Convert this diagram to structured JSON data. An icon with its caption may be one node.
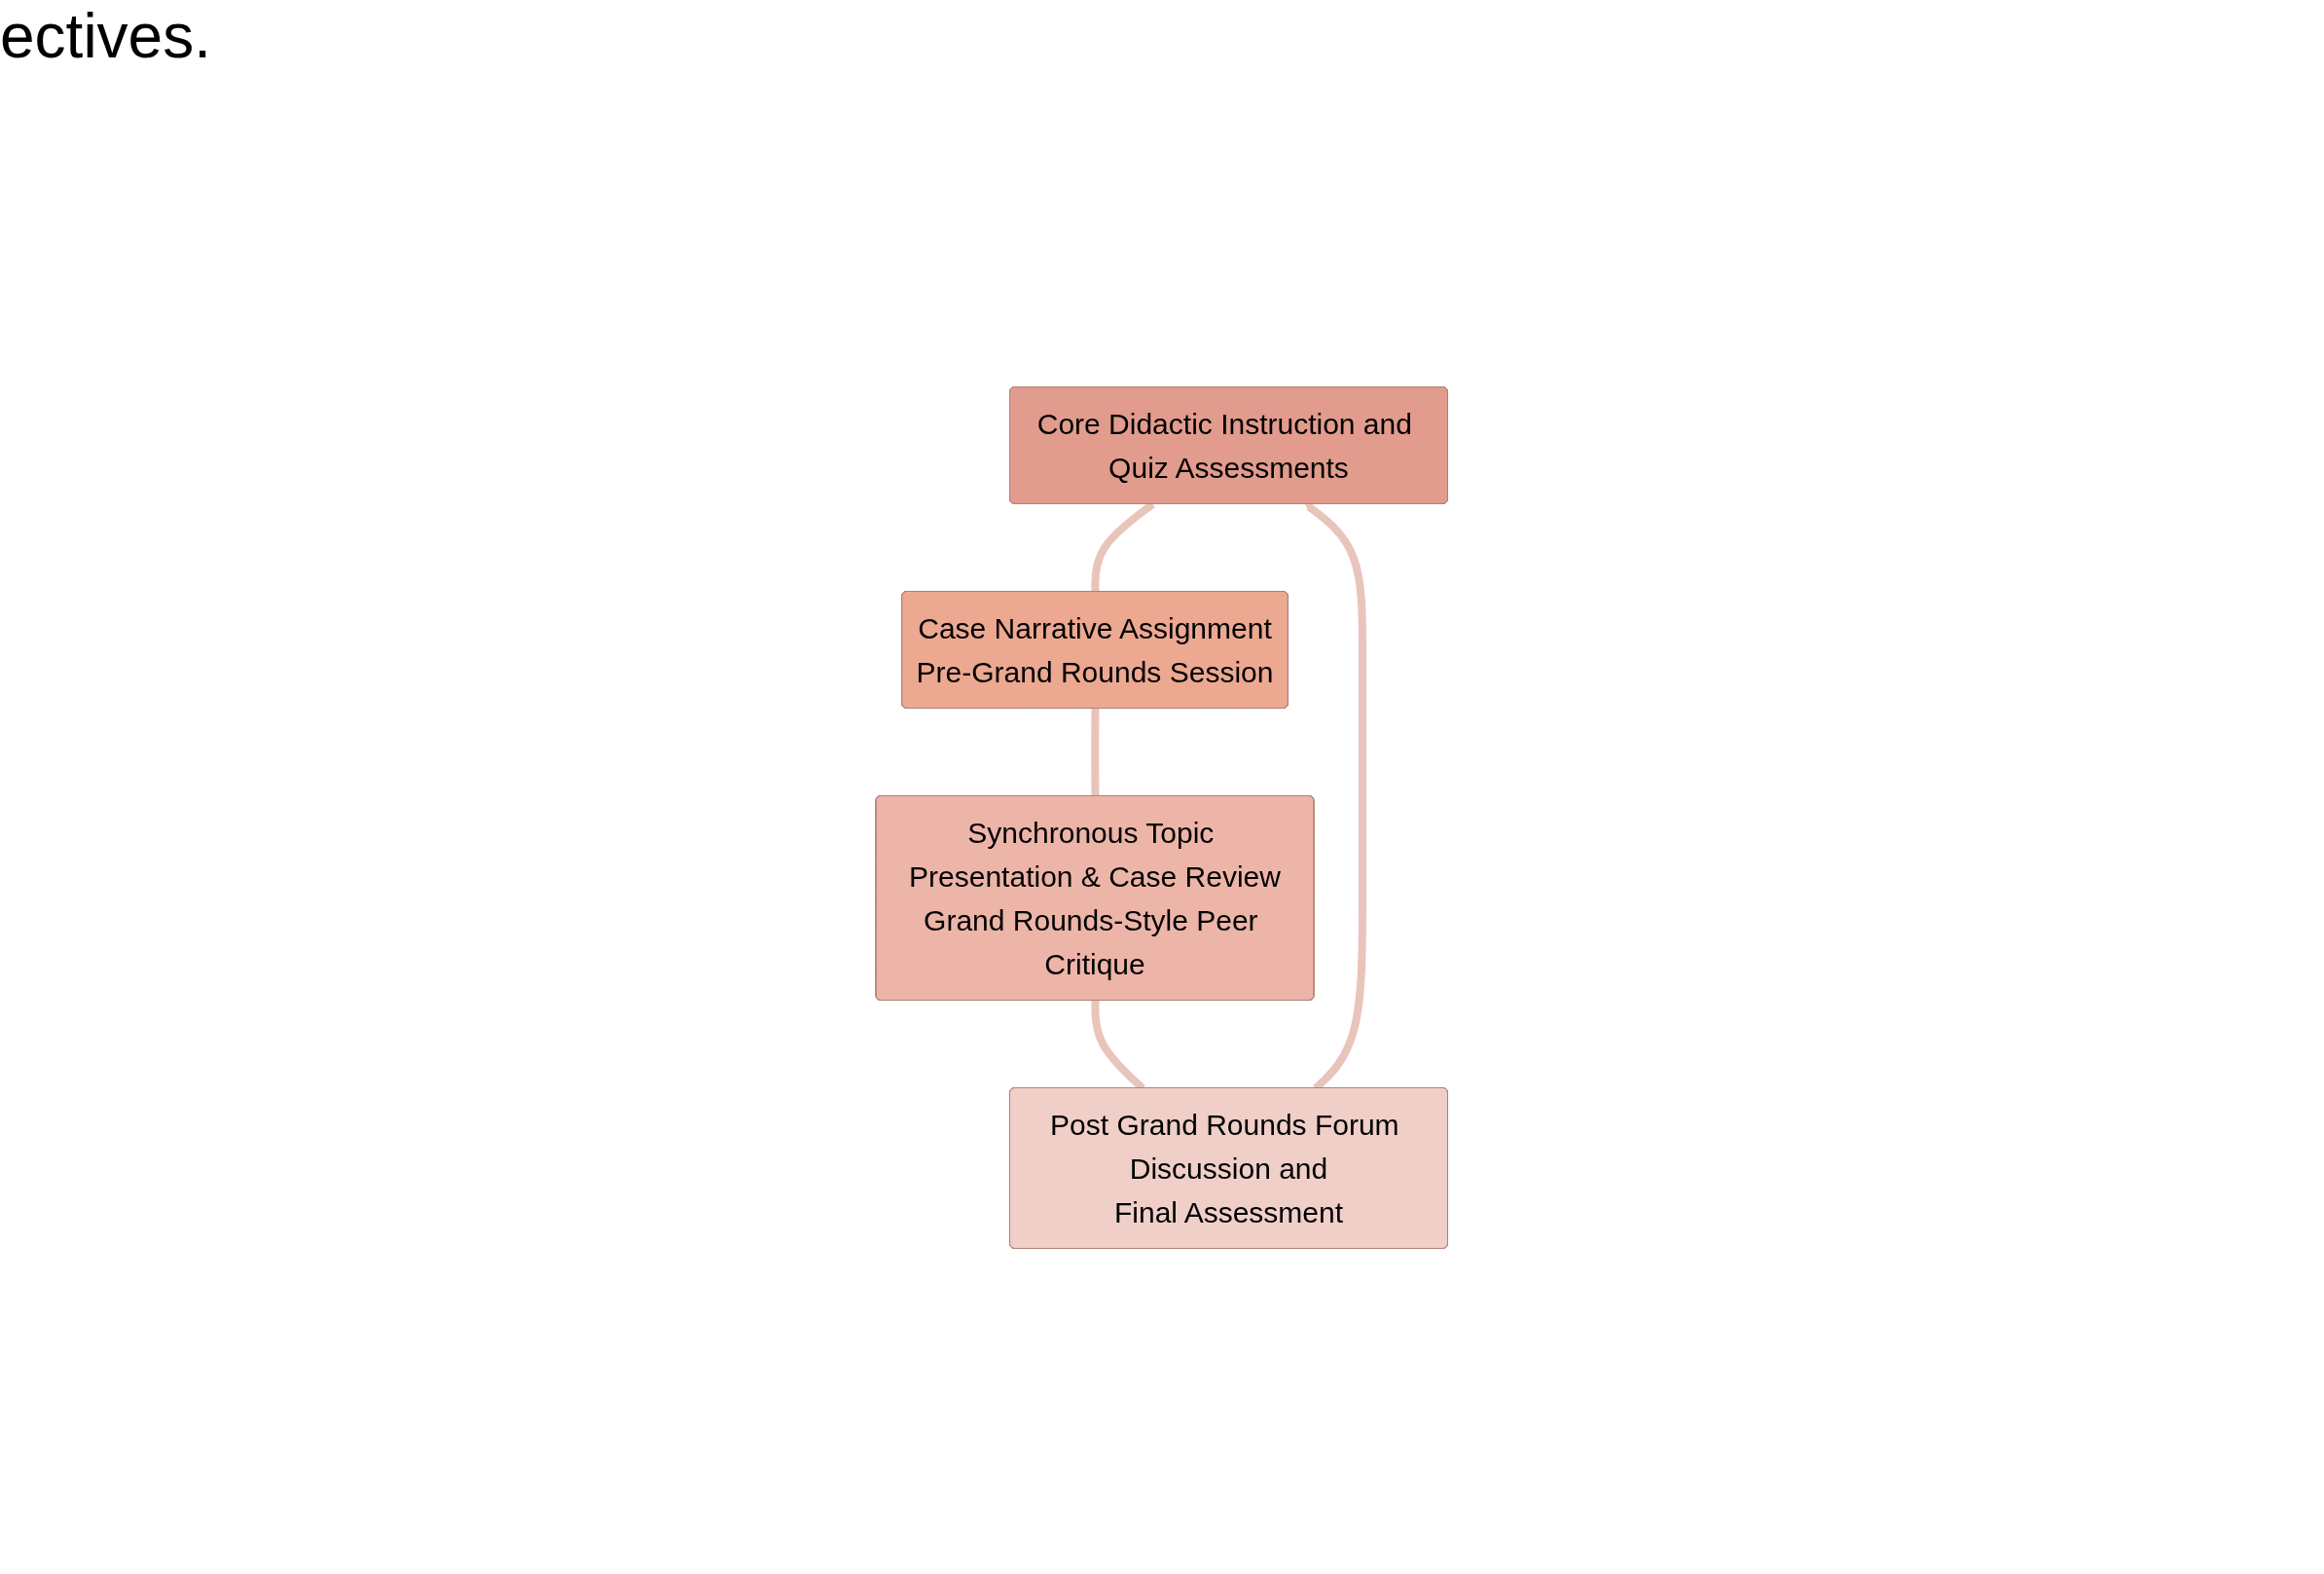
{
  "diagram": {
    "nodes": [
      {
        "text": [
          "Core Didactic Instruction and Quiz Assessments"
        ]
      },
      {
        "text": [
          "Post Grand Rounds Forum Discussion and",
          "Final Assessment"
        ]
      },
      {
        "text": [
          "Case Narrative Assignment",
          "Pre-Grand Rounds Session"
        ]
      },
      {
        "text": [
          "Synchronous Topic Presentation & Case Review",
          "Grand Rounds-Style Peer Critique"
        ]
      }
    ],
    "edges": [
      {
        "from": 0,
        "to": 2,
        "arrow": "none"
      },
      {
        "from": 2,
        "to": 3,
        "arrow": "none"
      },
      {
        "from": 3,
        "to": 1,
        "arrow": "none"
      },
      {
        "from": 1,
        "to": 0,
        "arrow": "to"
      }
    ],
    "labels": [
      "ectives."
    ]
  }
}
